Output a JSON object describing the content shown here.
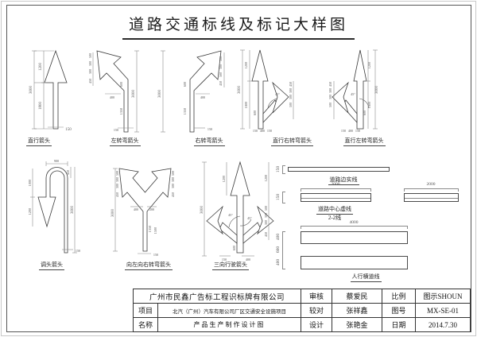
{
  "title": "道路交通标线及标记大样图",
  "diagrams": {
    "d1": {
      "label": "直行箭头",
      "total": "3000",
      "head": "1200",
      "shaft": "1800",
      "width": "150"
    },
    "d2": {
      "label": "左转弯箭头",
      "s500": "500",
      "s300a": "300",
      "s300b": "300",
      "s450": "450",
      "h400": "400",
      "v600": "600",
      "v1350": "1350",
      "total": "3000",
      "width": "150"
    },
    "d3": {
      "label": "右转弯箭头",
      "s500": "500",
      "s300a": "300",
      "s300b": "300",
      "s450": "450",
      "h400": "400",
      "v600": "600",
      "v1350": "1350",
      "total": "3000",
      "width": "150"
    },
    "d4": {
      "label": "直行右转弯箭头",
      "total": "3000",
      "head": "1200",
      "shaft": "1800",
      "v600": "600",
      "s450": "450",
      "s300a": "300",
      "s300b": "300",
      "s500": "500",
      "b150a": "150",
      "b400": "400",
      "b150b": "150",
      "angle": "45°"
    },
    "d5": {
      "label": "直行左转弯箭头",
      "total": "3000",
      "head": "1200",
      "shaft": "1800",
      "v600": "600",
      "s450": "450",
      "s300a": "300",
      "s300b": "300",
      "s500": "500",
      "b150a": "150",
      "b400": "400",
      "b150b": "150",
      "angle": "45°"
    },
    "d6": {
      "label": "调头箭头",
      "top900": "900",
      "v1000": "1000",
      "v1200": "1200",
      "v450": "450",
      "total": "3000",
      "width": "150"
    },
    "d7": {
      "label": "向左向右转弯箭头",
      "total": "3000",
      "s500": "500",
      "s300a": "300",
      "s300b": "300",
      "s450": "450",
      "h400": "400",
      "h200": "200",
      "v1350": "1350",
      "v1500": "1500",
      "width": "150"
    },
    "d8": {
      "label": "三向行驶箭头",
      "total": "3000",
      "head_left": "1200",
      "head_right": "1200",
      "s500": "500",
      "s300a": "300",
      "s300b": "300",
      "s450": "450",
      "angle_left": "45°",
      "angle_right": "45°",
      "b150": "150",
      "b600": "600",
      "b400": "400"
    }
  },
  "road_lines": {
    "edge": {
      "label": "道路边实线",
      "w": "150"
    },
    "center": {
      "label": "道路中心虚线",
      "sub": "2-2线",
      "seg1": "2000",
      "seg2": "2000",
      "w": "150"
    },
    "crosswalk": {
      "label": "人行横道线",
      "len": "4000",
      "w1": "400",
      "gap": "600",
      "w2": "400"
    }
  },
  "title_block": {
    "company": "广州市民鑫广告标工程识标牌有限公司",
    "project_label": "项目",
    "project_value": "北汽（广州）汽车有限公司厂区交通安全设施项目",
    "name_label": "名称",
    "name_value": "产品生产制作设计图",
    "audit_label": "审核",
    "audit_value": "蔡爱民",
    "proof_label": "较对",
    "proof_value": "张祥鑫",
    "design_label": "设计",
    "design_value": "张艳金",
    "scale_label": "比例",
    "scale_value": "图示SHOUN",
    "drawing_no_label": "图号",
    "drawing_no_value": "MX-SE-01",
    "date_label": "日期",
    "date_value": "2014.7.30"
  }
}
